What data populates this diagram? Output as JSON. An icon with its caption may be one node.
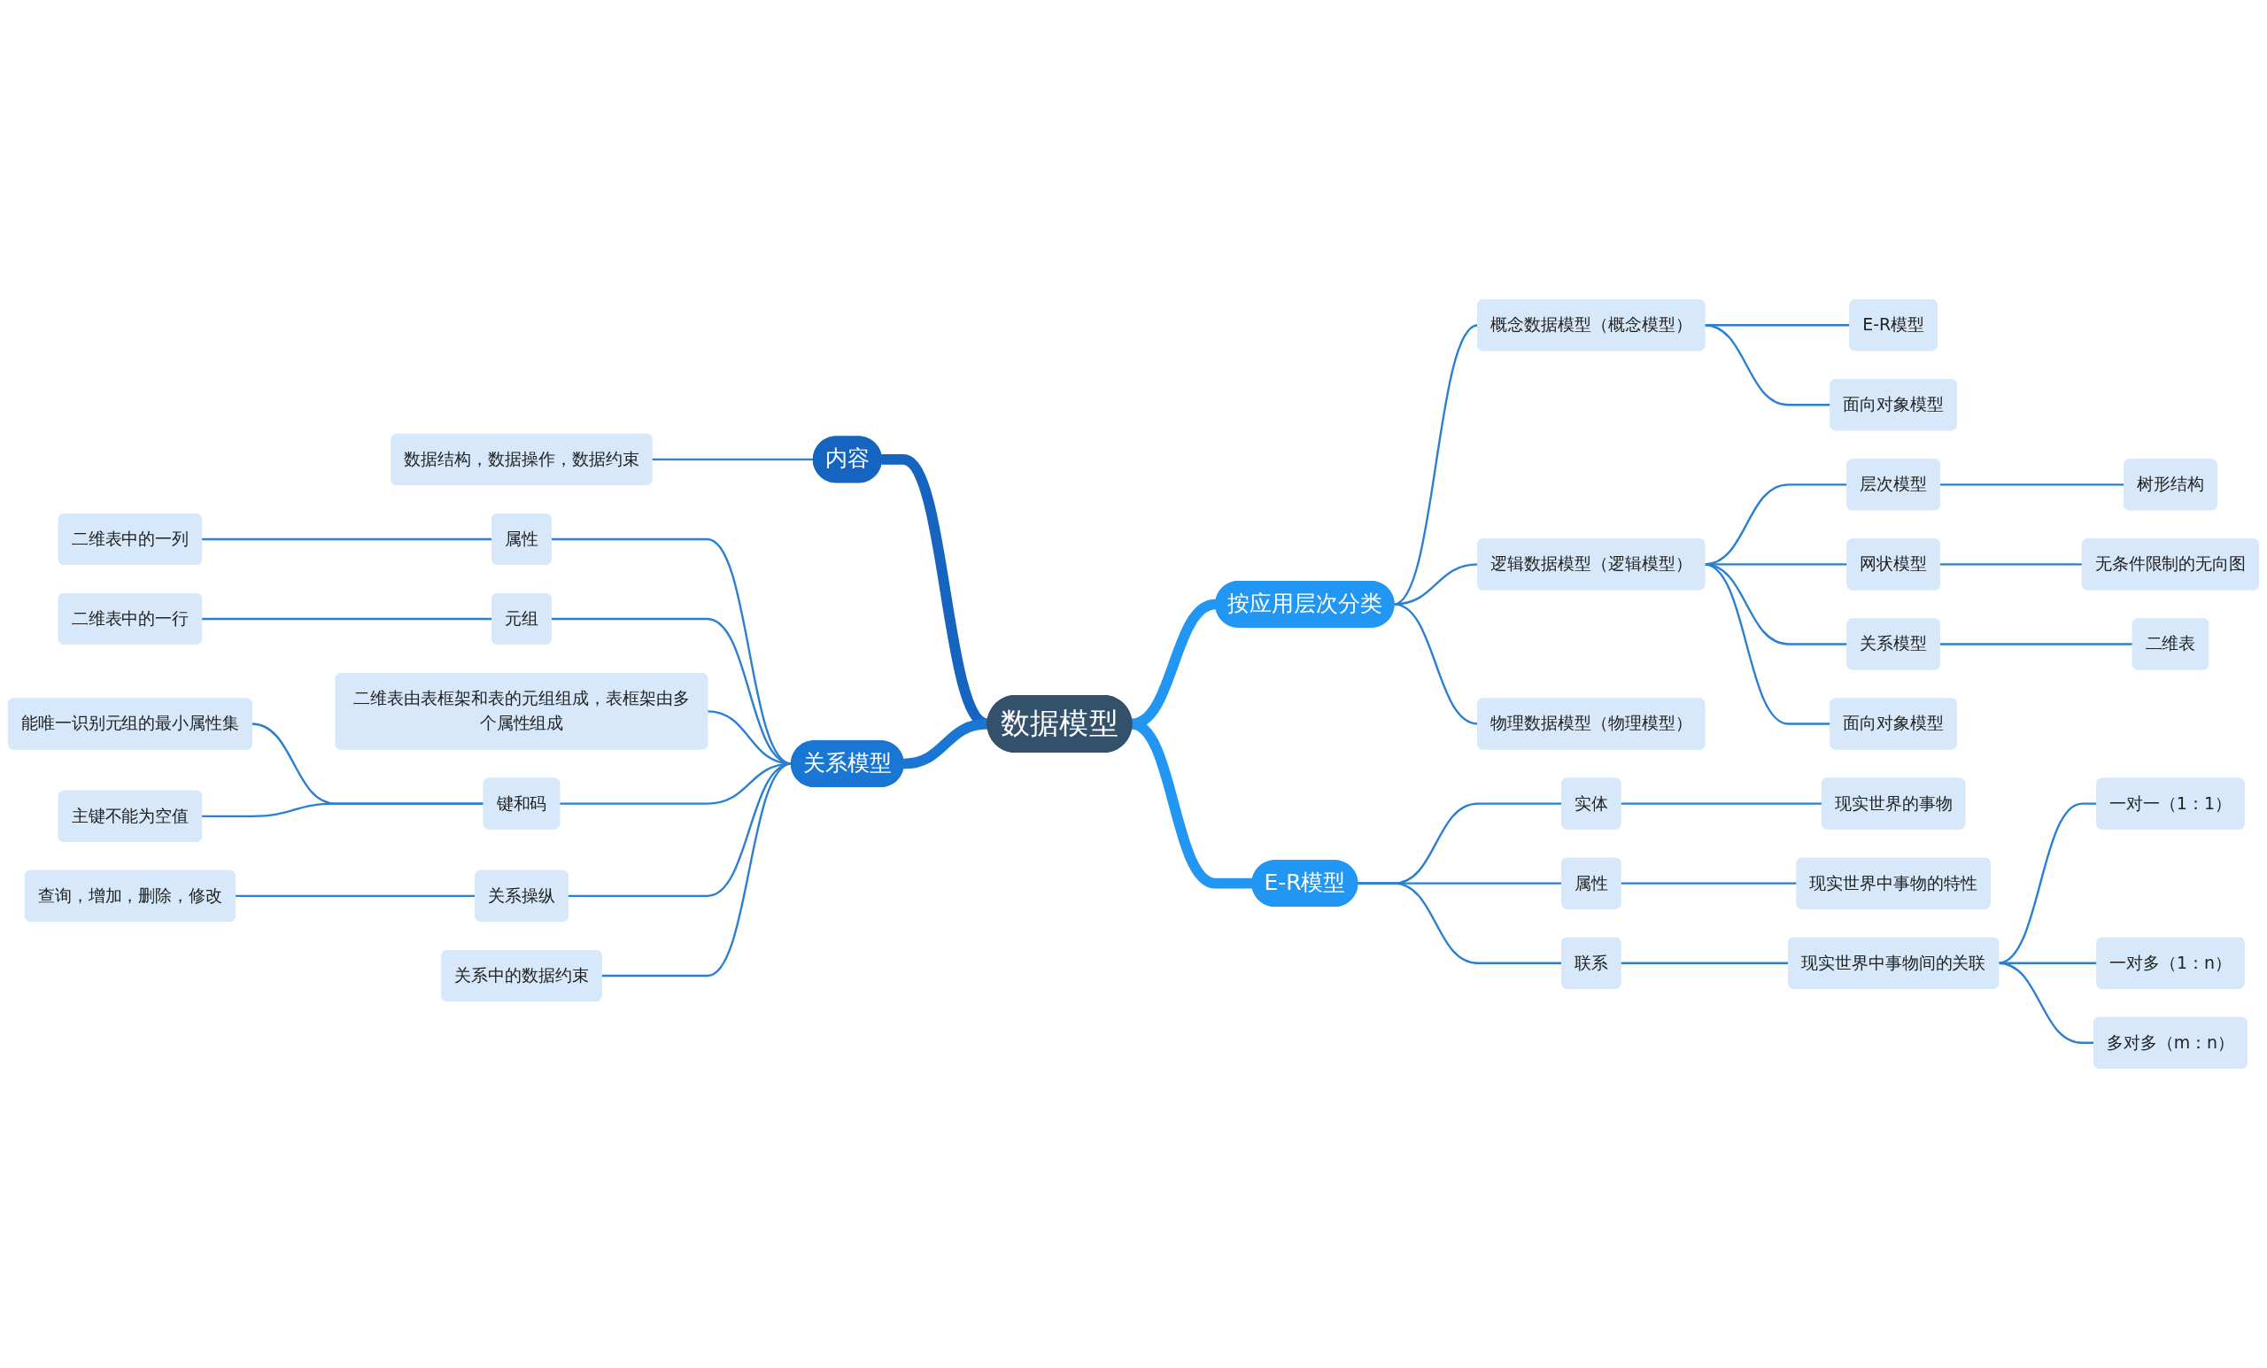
{
  "diagram": {
    "nodes": [
      {
        "text": [
          "数据模型"
        ]
      },
      {
        "text": [
          "按应用层次分类"
        ]
      },
      {
        "text": [
          "概念数据模型（概念模型）"
        ]
      },
      {
        "text": [
          "E-R模型"
        ]
      },
      {
        "text": [
          "面向对象模型"
        ]
      },
      {
        "text": [
          "逻辑数据模型（逻辑模型）"
        ]
      },
      {
        "text": [
          "层次模型"
        ]
      },
      {
        "text": [
          "树形结构"
        ]
      },
      {
        "text": [
          "网状模型"
        ]
      },
      {
        "text": [
          "无条件限制的无向图"
        ]
      },
      {
        "text": [
          "关系模型"
        ]
      },
      {
        "text": [
          "二维表"
        ]
      },
      {
        "text": [
          "面向对象模型"
        ]
      },
      {
        "text": [
          "物理数据模型（物理模型）"
        ]
      },
      {
        "text": [
          "E-R模型"
        ]
      },
      {
        "text": [
          "实体"
        ]
      },
      {
        "text": [
          "现实世界的事物"
        ]
      },
      {
        "text": [
          "属性"
        ]
      },
      {
        "text": [
          "现实世界中事物的特性"
        ]
      },
      {
        "text": [
          "联系"
        ]
      },
      {
        "text": [
          "现实世界中事物间的关联"
        ]
      },
      {
        "text": [
          "一对一（1：1）"
        ]
      },
      {
        "text": [
          "一对多（1：n）"
        ]
      },
      {
        "text": [
          "多对多（m：n）"
        ]
      },
      {
        "text": [
          "内容"
        ]
      },
      {
        "text": [
          "数据结构，数据操作，数据约束"
        ]
      },
      {
        "text": [
          "关系模型"
        ]
      },
      {
        "text": [
          "属性"
        ]
      },
      {
        "text": [
          "二维表中的一列"
        ]
      },
      {
        "text": [
          "元组"
        ]
      },
      {
        "text": [
          "二维表中的一行"
        ]
      },
      {
        "text": [
          "二维表由表框架和表的元组组成，表框架由多个属性组成"
        ]
      },
      {
        "text": [
          "键和码"
        ]
      },
      {
        "text": [
          "能唯一识别元组的最小属性集"
        ]
      },
      {
        "text": [
          "主键不能为空值"
        ]
      },
      {
        "text": [
          "关系操纵"
        ]
      },
      {
        "text": [
          "查询，增加，删除，修改"
        ]
      },
      {
        "text": [
          "关系中的数据约束"
        ]
      }
    ],
    "edges": [
      {
        "from": 0,
        "to": 1,
        "arrow": "none",
        "style": "thick",
        "color": "#2196f3"
      },
      {
        "from": 1,
        "to": 2,
        "arrow": "none"
      },
      {
        "from": 2,
        "to": 3,
        "arrow": "none"
      },
      {
        "from": 2,
        "to": 4,
        "arrow": "none"
      },
      {
        "from": 1,
        "to": 5,
        "arrow": "none"
      },
      {
        "from": 5,
        "to": 6,
        "arrow": "none"
      },
      {
        "from": 6,
        "to": 7,
        "arrow": "none"
      },
      {
        "from": 5,
        "to": 8,
        "arrow": "none"
      },
      {
        "from": 8,
        "to": 9,
        "arrow": "none"
      },
      {
        "from": 5,
        "to": 10,
        "arrow": "none"
      },
      {
        "from": 10,
        "to": 11,
        "arrow": "none"
      },
      {
        "from": 5,
        "to": 12,
        "arrow": "none"
      },
      {
        "from": 1,
        "to": 13,
        "arrow": "none"
      },
      {
        "from": 0,
        "to": 14,
        "arrow": "none",
        "style": "thick",
        "color": "#2196f3"
      },
      {
        "from": 14,
        "to": 15,
        "arrow": "none"
      },
      {
        "from": 15,
        "to": 16,
        "arrow": "none"
      },
      {
        "from": 14,
        "to": 17,
        "arrow": "none"
      },
      {
        "from": 17,
        "to": 18,
        "arrow": "none"
      },
      {
        "from": 14,
        "to": 19,
        "arrow": "none"
      },
      {
        "from": 19,
        "to": 20,
        "arrow": "none"
      },
      {
        "from": 20,
        "to": 21,
        "arrow": "none"
      },
      {
        "from": 20,
        "to": 22,
        "arrow": "none"
      },
      {
        "from": 20,
        "to": 23,
        "arrow": "none"
      },
      {
        "from": 0,
        "to": 24,
        "arrow": "none",
        "style": "thick",
        "color": "#1565c0"
      },
      {
        "from": 24,
        "to": 25,
        "arrow": "none"
      },
      {
        "from": 0,
        "to": 26,
        "arrow": "none",
        "style": "thick",
        "color": "#1976d2"
      },
      {
        "from": 26,
        "to": 27,
        "arrow": "none"
      },
      {
        "from": 27,
        "to": 28,
        "arrow": "none"
      },
      {
        "from": 26,
        "to": 29,
        "arrow": "none"
      },
      {
        "from": 29,
        "to": 30,
        "arrow": "none"
      },
      {
        "from": 26,
        "to": 31,
        "arrow": "none"
      },
      {
        "from": 26,
        "to": 32,
        "arrow": "none"
      },
      {
        "from": 32,
        "to": 33,
        "arrow": "none"
      },
      {
        "from": 32,
        "to": 34,
        "arrow": "none"
      },
      {
        "from": 26,
        "to": 35,
        "arrow": "none"
      },
      {
        "from": 35,
        "to": 36,
        "arrow": "none"
      },
      {
        "from": 26,
        "to": 37,
        "arrow": "none"
      }
    ]
  }
}
